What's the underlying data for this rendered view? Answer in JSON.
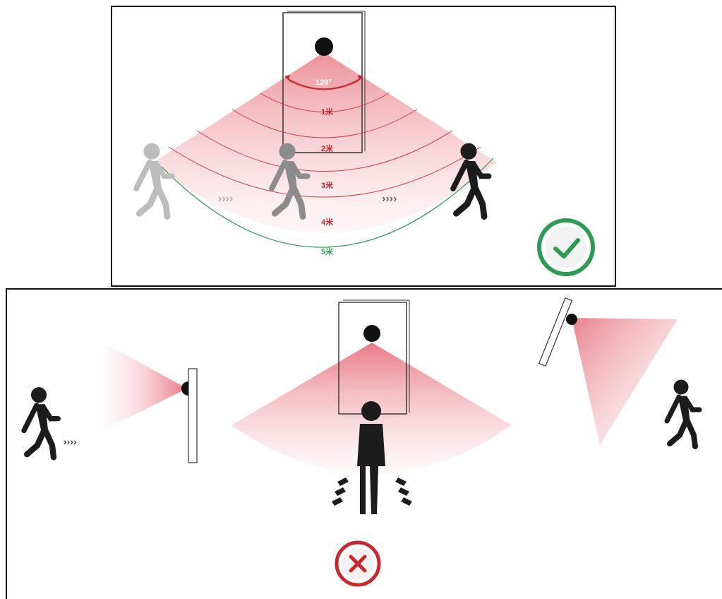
{
  "top_panel": {
    "angle_label": "120°",
    "distance_labels": [
      "1米",
      "2米",
      "3米",
      "4米",
      "5米"
    ],
    "status": "correct",
    "colors": {
      "zone": "#e56b76",
      "arc": "#d23b45",
      "outer_arc": "#2e9b55",
      "ok": "#2e9b55"
    }
  },
  "bottom_panel": {
    "status": "incorrect",
    "colors": {
      "zone": "#e56b76",
      "bad": "#c7282e"
    }
  },
  "icons": [
    "face-recognition-device-icon",
    "walking-person-icon",
    "standing-person-icon",
    "check-icon",
    "cross-icon",
    "chevron-arrows-icon"
  ]
}
